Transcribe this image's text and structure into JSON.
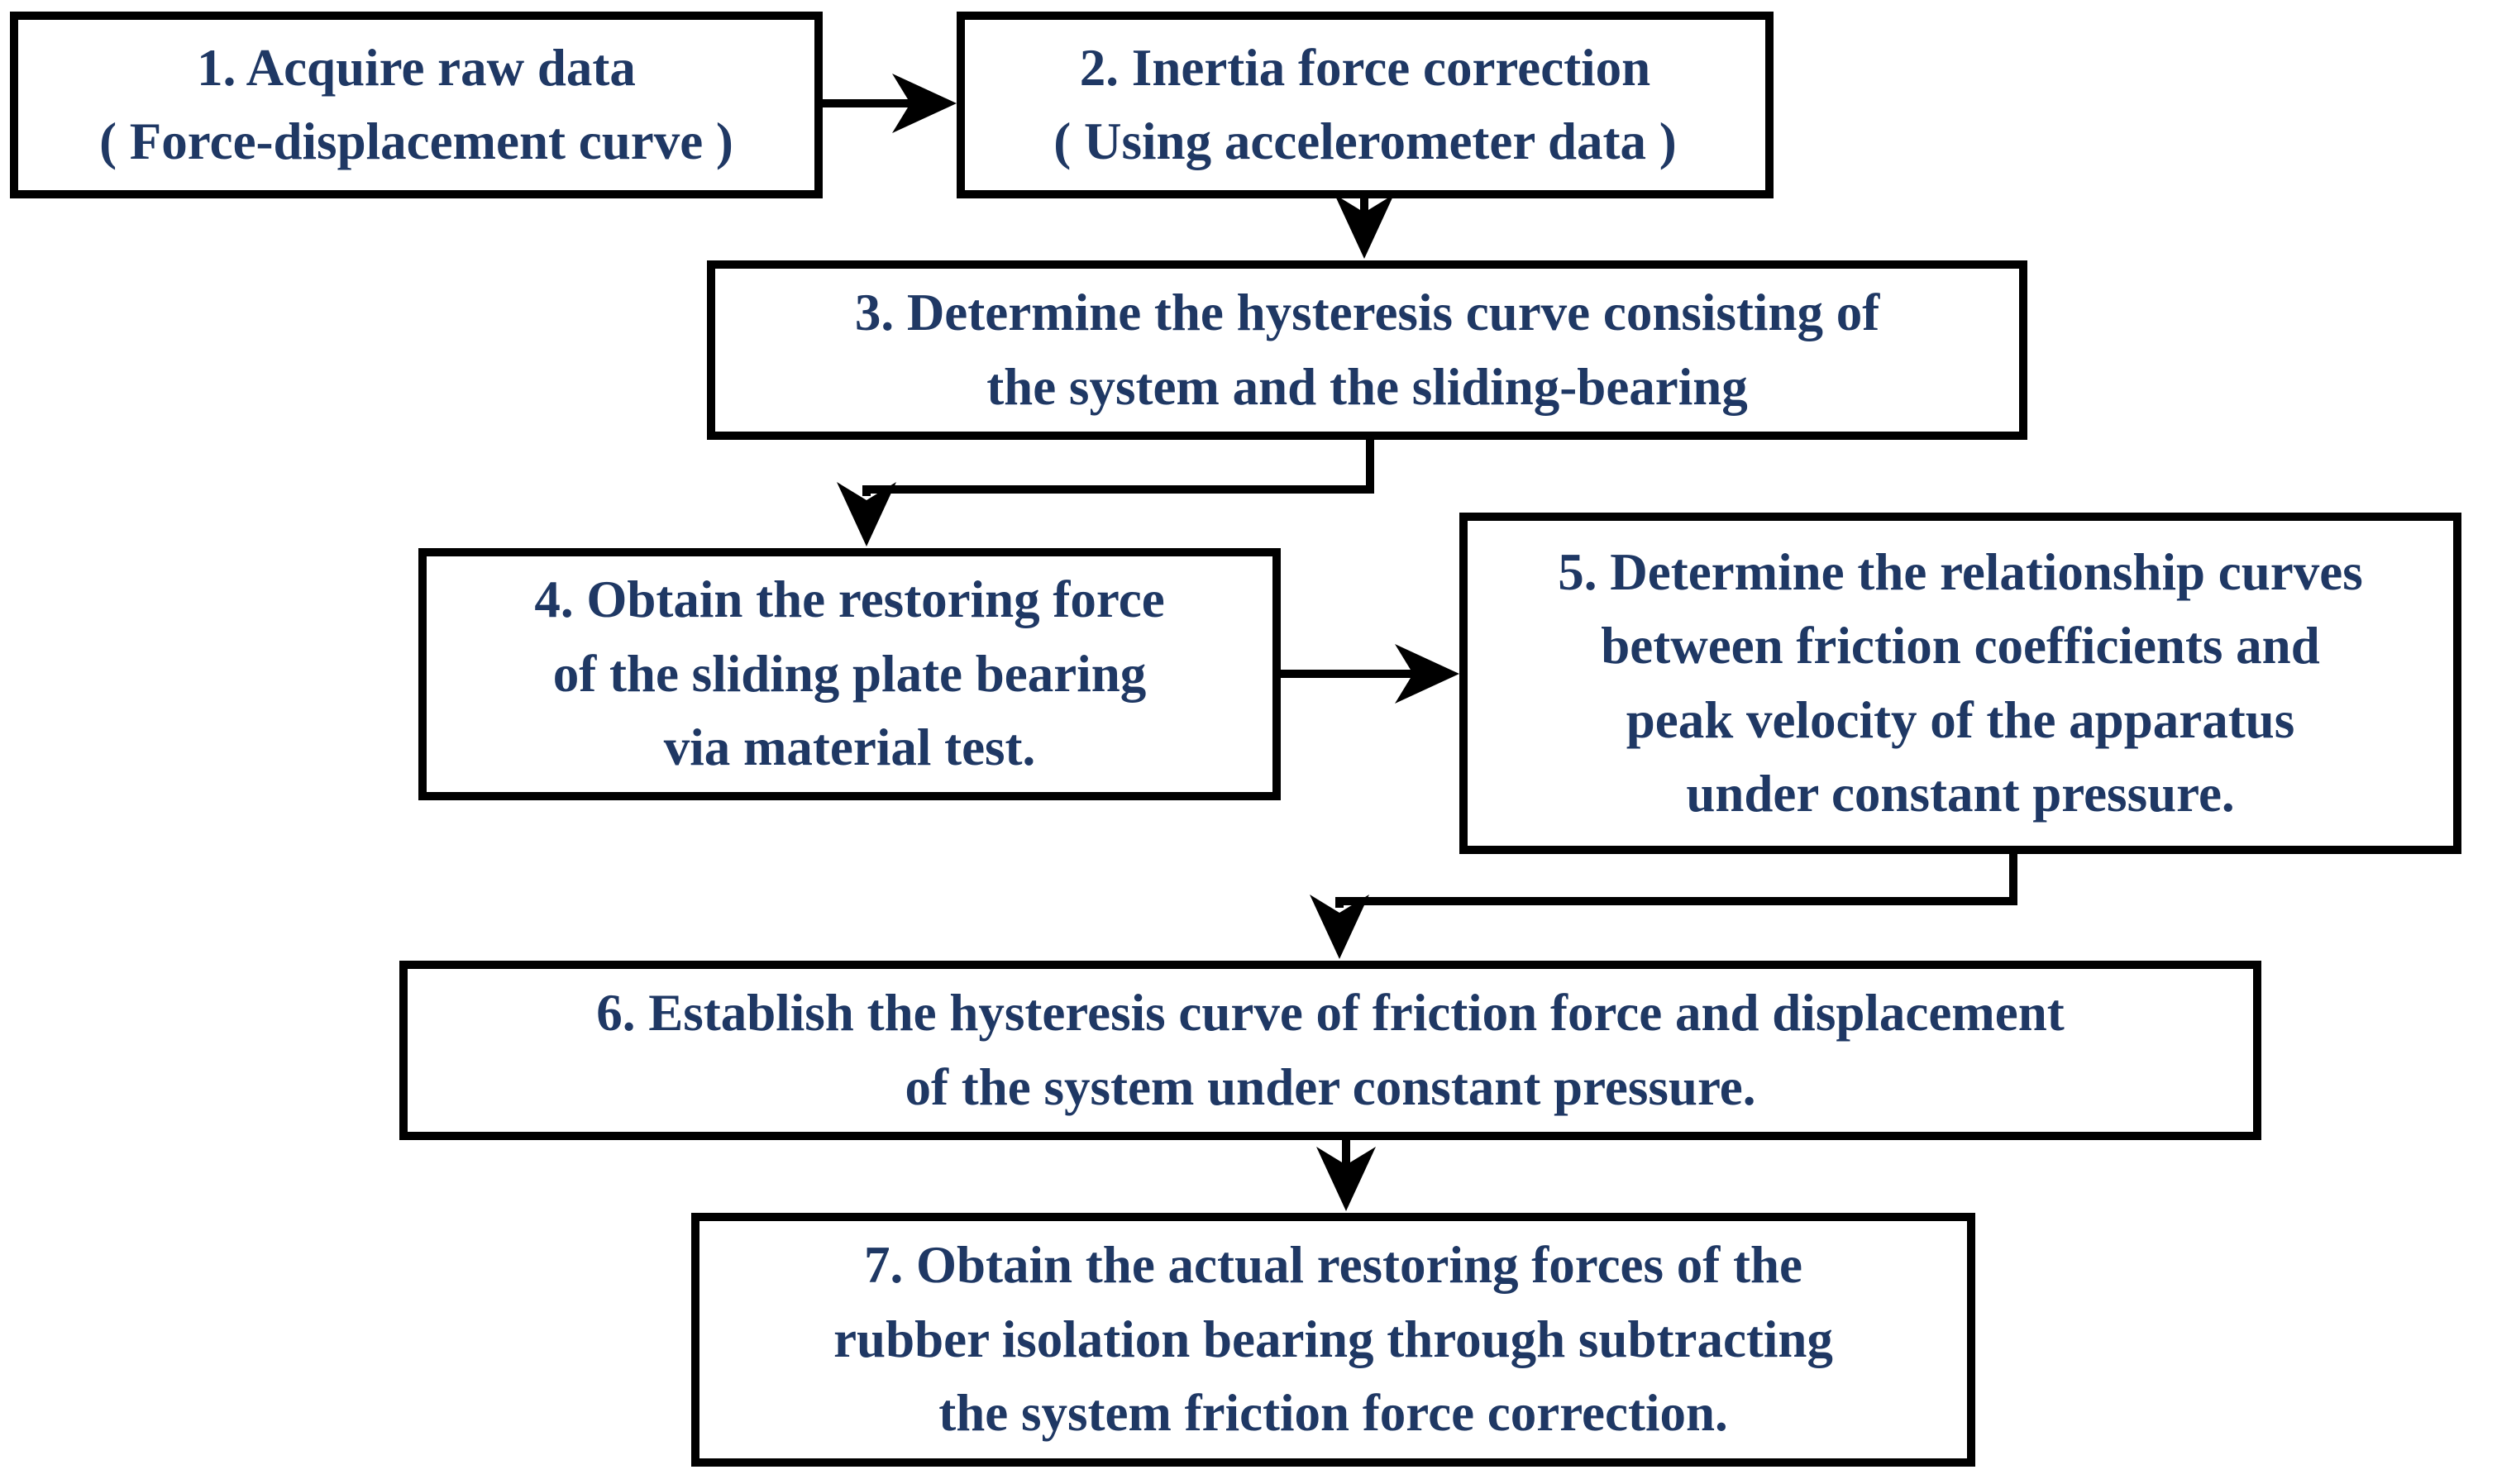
{
  "page": {
    "background": "#ffffff",
    "text_color": "#1f3864",
    "line_color": "#000000"
  },
  "flowchart": {
    "steps": [
      {
        "label": "1. Acquire raw data\n( Force-displacement curve )"
      },
      {
        "label": "2. Inertia force correction\n( Using accelerometer data )"
      },
      {
        "label": "3. Determine the hysteresis curve consisting of\nthe system and the sliding-bearing"
      },
      {
        "label": "4. Obtain the restoring force\nof the sliding plate bearing\nvia material test."
      },
      {
        "label": "5. Determine the relationship curves\nbetween friction coefficients and\npeak velocity of the apparatus\nunder constant pressure."
      },
      {
        "label": "6. Establish the hysteresis curve of friction force and displacement\nof the system under constant pressure."
      },
      {
        "label": "7. Obtain the actual restoring forces of the\nrubber isolation bearing through subtracting\nthe system friction force correction."
      }
    ],
    "connections": [
      {
        "from": "step-1",
        "to": "step-2",
        "shape": "horizontal-arrow"
      },
      {
        "from": "step-2",
        "to": "step-3",
        "shape": "vertical-arrow"
      },
      {
        "from": "step-3",
        "to": "step-4",
        "shape": "elbow-arrow"
      },
      {
        "from": "step-4",
        "to": "step-5",
        "shape": "horizontal-arrow"
      },
      {
        "from": "step-5",
        "to": "step-6",
        "shape": "elbow-arrow"
      },
      {
        "from": "step-6",
        "to": "step-7",
        "shape": "vertical-arrow"
      }
    ]
  }
}
